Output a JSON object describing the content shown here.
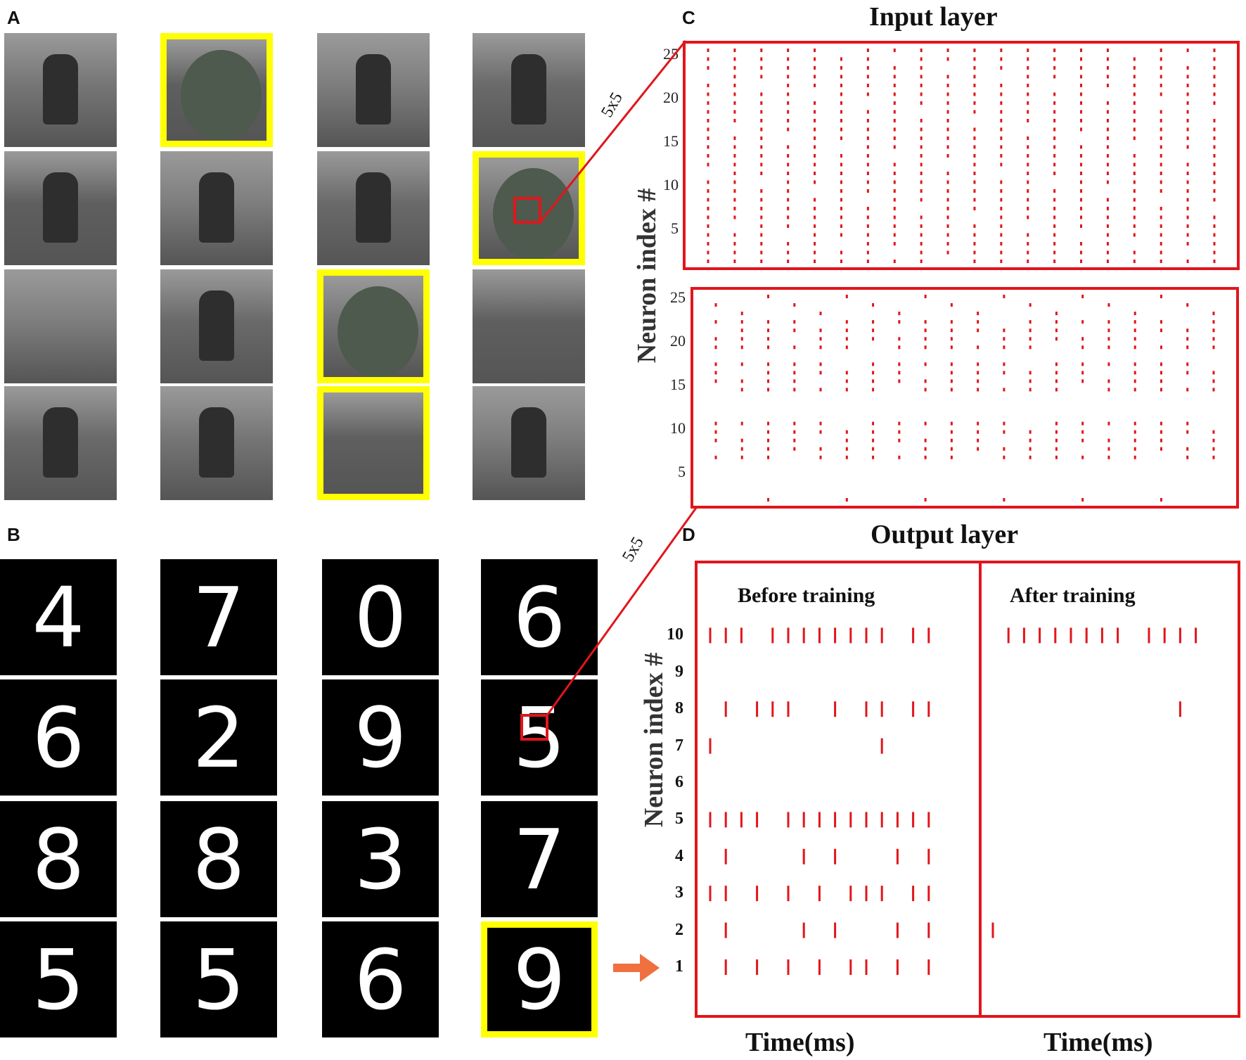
{
  "panels": {
    "a": {
      "letter": "A"
    },
    "b": {
      "letter": "B"
    },
    "c": {
      "letter": "C",
      "title": "Input layer",
      "ylabel": "Neuron index #",
      "yticks": [
        "25",
        "20",
        "15",
        "10",
        "5"
      ],
      "patch_label": "5x5"
    },
    "d": {
      "letter": "D",
      "title": "Output layer",
      "ylabel": "Neuron index #",
      "left_label": "Before training",
      "right_label": "After training",
      "xlabel": "Time(ms)",
      "xlabel2": "Time(ms)",
      "yticks": [
        "10",
        "9",
        "8",
        "7",
        "6",
        "5",
        "4",
        "3",
        "2",
        "1"
      ],
      "patch_label": "5x5"
    }
  },
  "grid_a": {
    "highlighted": [
      [
        0,
        1
      ],
      [
        1,
        3
      ],
      [
        2,
        2
      ],
      [
        3,
        2
      ]
    ],
    "tiles": [
      [
        "runner-back",
        "trees",
        "runner-track",
        "runner-side"
      ],
      [
        "person-closeup",
        "person-closeup-dark",
        "runner-back",
        "tree-canopy"
      ],
      [
        "track-empty",
        "runner-back",
        "tree-single",
        "track-empty"
      ],
      [
        "runner-side",
        "runner-back",
        "building-roof",
        "runner-back"
      ]
    ]
  },
  "grid_b": {
    "digits": [
      [
        "4",
        "7",
        "0",
        "6"
      ],
      [
        "6",
        "2",
        "9",
        "5"
      ],
      [
        "8",
        "8",
        "3",
        "7"
      ],
      [
        "5",
        "5",
        "6",
        "9"
      ]
    ],
    "highlighted": [
      [
        3,
        3
      ]
    ]
  },
  "colors": {
    "spike": "#e0161c",
    "highlight": "#ffff00",
    "arrow": "#f07040"
  },
  "raster_d": {
    "before": {
      "10": [
        1,
        2,
        3,
        5,
        6,
        7,
        8,
        9,
        10,
        11,
        12,
        14,
        15
      ],
      "8": [
        2,
        4,
        5,
        6,
        9,
        11,
        12,
        14,
        15
      ],
      "7": [
        1,
        12
      ],
      "5": [
        1,
        2,
        3,
        4,
        6,
        7,
        8,
        9,
        10,
        11,
        12,
        13,
        14,
        15
      ],
      "4": [
        2,
        7,
        9,
        13,
        15
      ],
      "3": [
        1,
        2,
        4,
        6,
        8,
        10,
        11,
        12,
        14,
        15
      ],
      "2": [
        2,
        7,
        9,
        13,
        15
      ],
      "1": [
        2,
        4,
        6,
        8,
        10,
        11,
        13,
        15
      ]
    },
    "after": {
      "10": [
        1,
        2,
        3,
        4,
        5,
        6,
        7,
        8,
        10,
        11,
        12,
        13
      ],
      "8": [
        12
      ],
      "2": [
        0
      ]
    }
  }
}
